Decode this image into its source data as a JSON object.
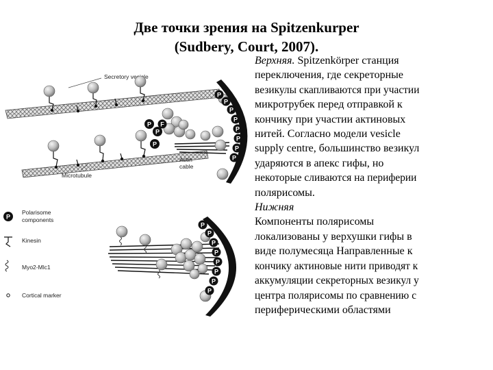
{
  "title": {
    "line1": "Две точки зрения на Spitzenkurper",
    "line2": "(Sudbery, Court, 2007)."
  },
  "text": {
    "upper_heading": "Верхняя.",
    "upper_line1": " Spitzenkörper станция",
    "upper_lines": [
      "переключения, где секреторные",
      "везикулы скапливаются при участии",
      "микротрубек перед отправкой к",
      "кончику при участии актиновых",
      "нитей. Согласно модели vesicle",
      "supply centre, большинство везикул",
      "ударяются в апекс гифы, но",
      "некоторые сливаются на периферии",
      "полярисомы."
    ],
    "lower_heading": "Нижняя",
    "lower_lines": [
      "Компоненты полярисомы",
      "локализованы у верхушки гифы  в",
      "виде полумесяца Направленные к",
      "кончику актиновые нити приводят к",
      "аккумуляции секреторных везикул у",
      "центра полярисомы  по сравнению с",
      "периферическими  областями"
    ]
  },
  "diagram": {
    "labels": {
      "secretory_vesicle": "Secretory vesicle",
      "microtubule": "Microtubule",
      "actin_line1": "Actin",
      "actin_line2": "cable"
    },
    "polarisome_letter": "P",
    "f_letter": "F",
    "legend": {
      "polarisome_line1": "Polarisome",
      "polarisome_line2": "components",
      "kinesin": "Kinesin",
      "myo2": "Myo2-Mlc1",
      "cortical": "Cortical marker"
    }
  },
  "colors": {
    "vesicle_light": "#eeeeee",
    "vesicle_dark": "#7a7a7a",
    "polarisome": "#1a1a1a",
    "cortex": "#111111"
  }
}
